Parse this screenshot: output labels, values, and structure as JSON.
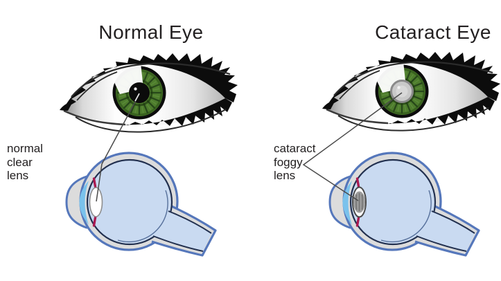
{
  "figure": {
    "type": "medical-illustration",
    "subject": "Comparison of a normal eye and a cataract eye, front view and cross-section"
  },
  "panels": [
    {
      "id": "normal",
      "title": "Normal Eye",
      "label_lines": [
        "normal",
        "clear",
        "lens"
      ],
      "lens_state": "clear",
      "pupil_state": "black"
    },
    {
      "id": "cataract",
      "title": "Cataract Eye",
      "label_lines": [
        "cataract",
        "foggy",
        "lens"
      ],
      "lens_state": "foggy",
      "pupil_state": "clouded-gray"
    }
  ],
  "colors": {
    "background": "#ffffff",
    "text": "#232021",
    "lash_black": "#0c0c0c",
    "iris_green": "#4e7c2d",
    "iris_ray_dark": "#27471a",
    "iris_ray_light": "#5e8f3c",
    "pupil_black": "#0b0b0b",
    "cataract_pupil_gray": "#c9c9c9",
    "eyeball_outline_blue": "#5577bb",
    "retina_navy": "#22304f",
    "sclera_band_gray": "#dcdcdc",
    "vitreous_blue": "#c9daf1",
    "anterior_chamber_cyan": "#7ac2ec",
    "iris_section_crimson": "#ab1a50",
    "clear_lens_white": "#ffffff",
    "foggy_lens_gray": "#9c9c9c",
    "pointer_line": "#4a4a4a"
  }
}
